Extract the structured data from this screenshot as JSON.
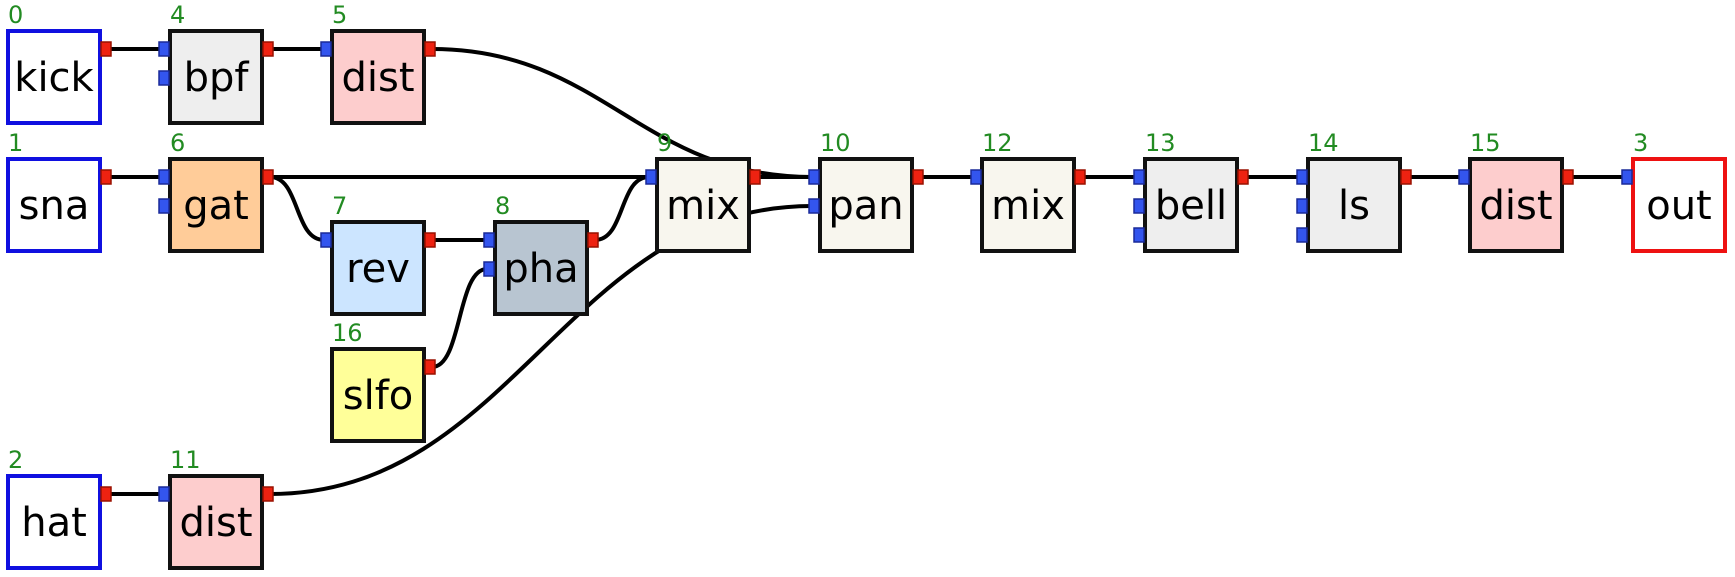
{
  "nodes": [
    {
      "id": "0",
      "label": "kick",
      "fill": "#ffffff",
      "stroke": "#1010e0",
      "inputs": 0,
      "outputs": 1
    },
    {
      "id": "1",
      "label": "sna",
      "fill": "#ffffff",
      "stroke": "#1010e0",
      "inputs": 0,
      "outputs": 1
    },
    {
      "id": "2",
      "label": "hat",
      "fill": "#ffffff",
      "stroke": "#1010e0",
      "inputs": 0,
      "outputs": 1
    },
    {
      "id": "3",
      "label": "out",
      "fill": "#ffffff",
      "stroke": "#ee1111",
      "inputs": 1,
      "outputs": 0
    },
    {
      "id": "4",
      "label": "bpf",
      "fill": "#eeeeee",
      "stroke": "#111111",
      "inputs": 2,
      "outputs": 1
    },
    {
      "id": "5",
      "label": "dist",
      "fill": "#fdcdcd",
      "stroke": "#111111",
      "inputs": 1,
      "outputs": 1
    },
    {
      "id": "6",
      "label": "gat",
      "fill": "#ffcc99",
      "stroke": "#111111",
      "inputs": 2,
      "outputs": 1
    },
    {
      "id": "7",
      "label": "rev",
      "fill": "#cce5ff",
      "stroke": "#111111",
      "inputs": 1,
      "outputs": 1
    },
    {
      "id": "8",
      "label": "pha",
      "fill": "#b8c5d1",
      "stroke": "#111111",
      "inputs": 2,
      "outputs": 1
    },
    {
      "id": "9",
      "label": "mix",
      "fill": "#f8f6ee",
      "stroke": "#111111",
      "inputs": 1,
      "outputs": 1
    },
    {
      "id": "10",
      "label": "pan",
      "fill": "#f8f6ee",
      "stroke": "#111111",
      "inputs": 2,
      "outputs": 1
    },
    {
      "id": "11",
      "label": "dist",
      "fill": "#fdcdcd",
      "stroke": "#111111",
      "inputs": 1,
      "outputs": 1
    },
    {
      "id": "12",
      "label": "mix",
      "fill": "#f8f6ee",
      "stroke": "#111111",
      "inputs": 1,
      "outputs": 1
    },
    {
      "id": "13",
      "label": "bell",
      "fill": "#eeeeee",
      "stroke": "#111111",
      "inputs": 3,
      "outputs": 1
    },
    {
      "id": "14",
      "label": "ls",
      "fill": "#eeeeee",
      "stroke": "#111111",
      "inputs": 3,
      "outputs": 1
    },
    {
      "id": "15",
      "label": "dist",
      "fill": "#fdcdcd",
      "stroke": "#111111",
      "inputs": 1,
      "outputs": 1
    },
    {
      "id": "16",
      "label": "slfo",
      "fill": "#ffff99",
      "stroke": "#111111",
      "inputs": 0,
      "outputs": 1
    }
  ],
  "edges": [
    {
      "from": "0",
      "to": "4",
      "inlet": 0
    },
    {
      "from": "4",
      "to": "5",
      "inlet": 0
    },
    {
      "from": "5",
      "to": "10",
      "inlet": 0
    },
    {
      "from": "1",
      "to": "6",
      "inlet": 0
    },
    {
      "from": "6",
      "to": "9",
      "inlet": 0
    },
    {
      "from": "6",
      "to": "7",
      "inlet": 0
    },
    {
      "from": "7",
      "to": "8",
      "inlet": 0
    },
    {
      "from": "16",
      "to": "8",
      "inlet": 1
    },
    {
      "from": "8",
      "to": "9",
      "inlet": 0
    },
    {
      "from": "9",
      "to": "10",
      "inlet": 0
    },
    {
      "from": "2",
      "to": "11",
      "inlet": 0
    },
    {
      "from": "11",
      "to": "10",
      "inlet": 1
    },
    {
      "from": "10",
      "to": "12",
      "inlet": 0
    },
    {
      "from": "12",
      "to": "13",
      "inlet": 0
    },
    {
      "from": "13",
      "to": "14",
      "inlet": 0
    },
    {
      "from": "14",
      "to": "15",
      "inlet": 0
    },
    {
      "from": "15",
      "to": "3",
      "inlet": 0
    }
  ],
  "colors": {
    "inlet": "#3355ee",
    "inlet_border": "#1a2a99",
    "outlet": "#ee2211",
    "outlet_border": "#991100",
    "edge": "#000000",
    "id_label": "#228b22"
  }
}
